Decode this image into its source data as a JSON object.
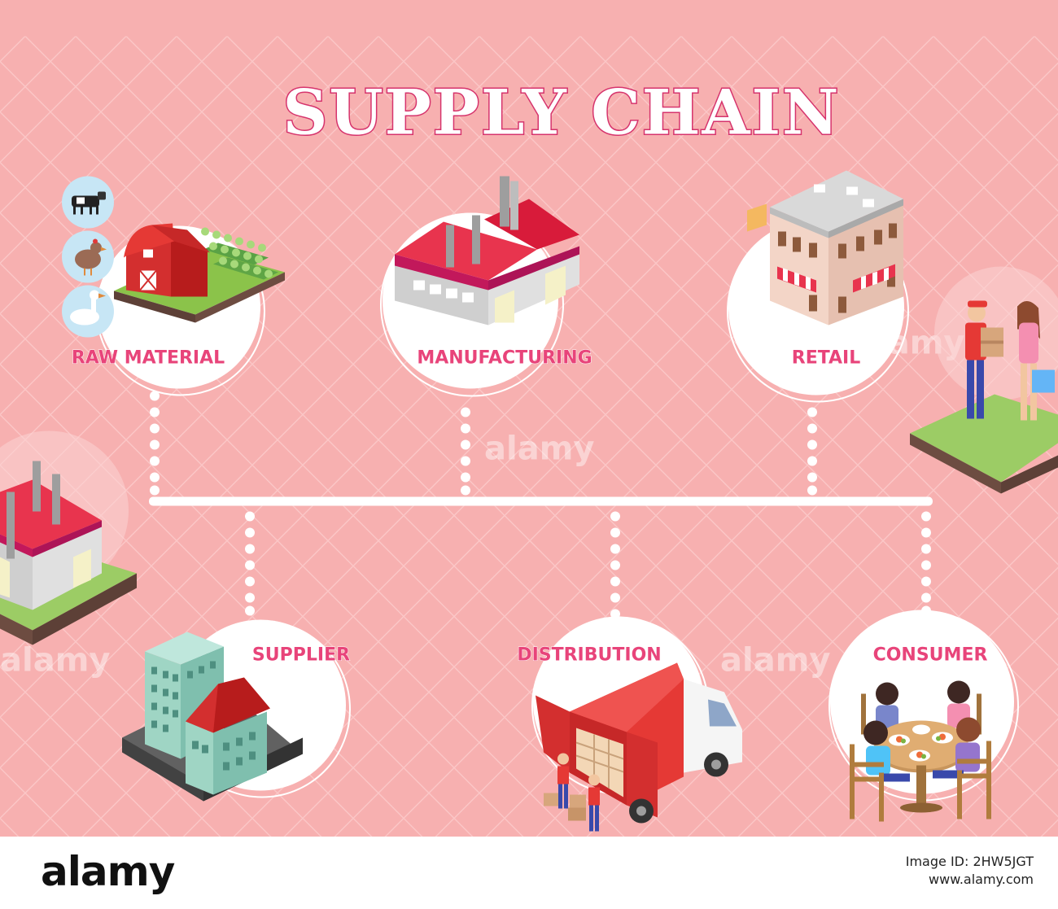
{
  "title": "SUPPLY CHAIN",
  "nodes": {
    "raw_material": "RAW MATERIAL",
    "manufacturing": "MANUFACTURING",
    "retail": "RETAIL",
    "supplier": "SUPPLIER",
    "distribution": "DISTRIBUTION",
    "consumer": "CONSUMER"
  },
  "colors": {
    "background": "#f7b0b0",
    "label": "#e8447a",
    "roof": "#e8344e",
    "connector": "#ffffff"
  },
  "watermark": "alamy",
  "footer": {
    "logo": "alamy",
    "image_id": "Image ID: 2HW5JGT",
    "url": "www.alamy.com"
  }
}
